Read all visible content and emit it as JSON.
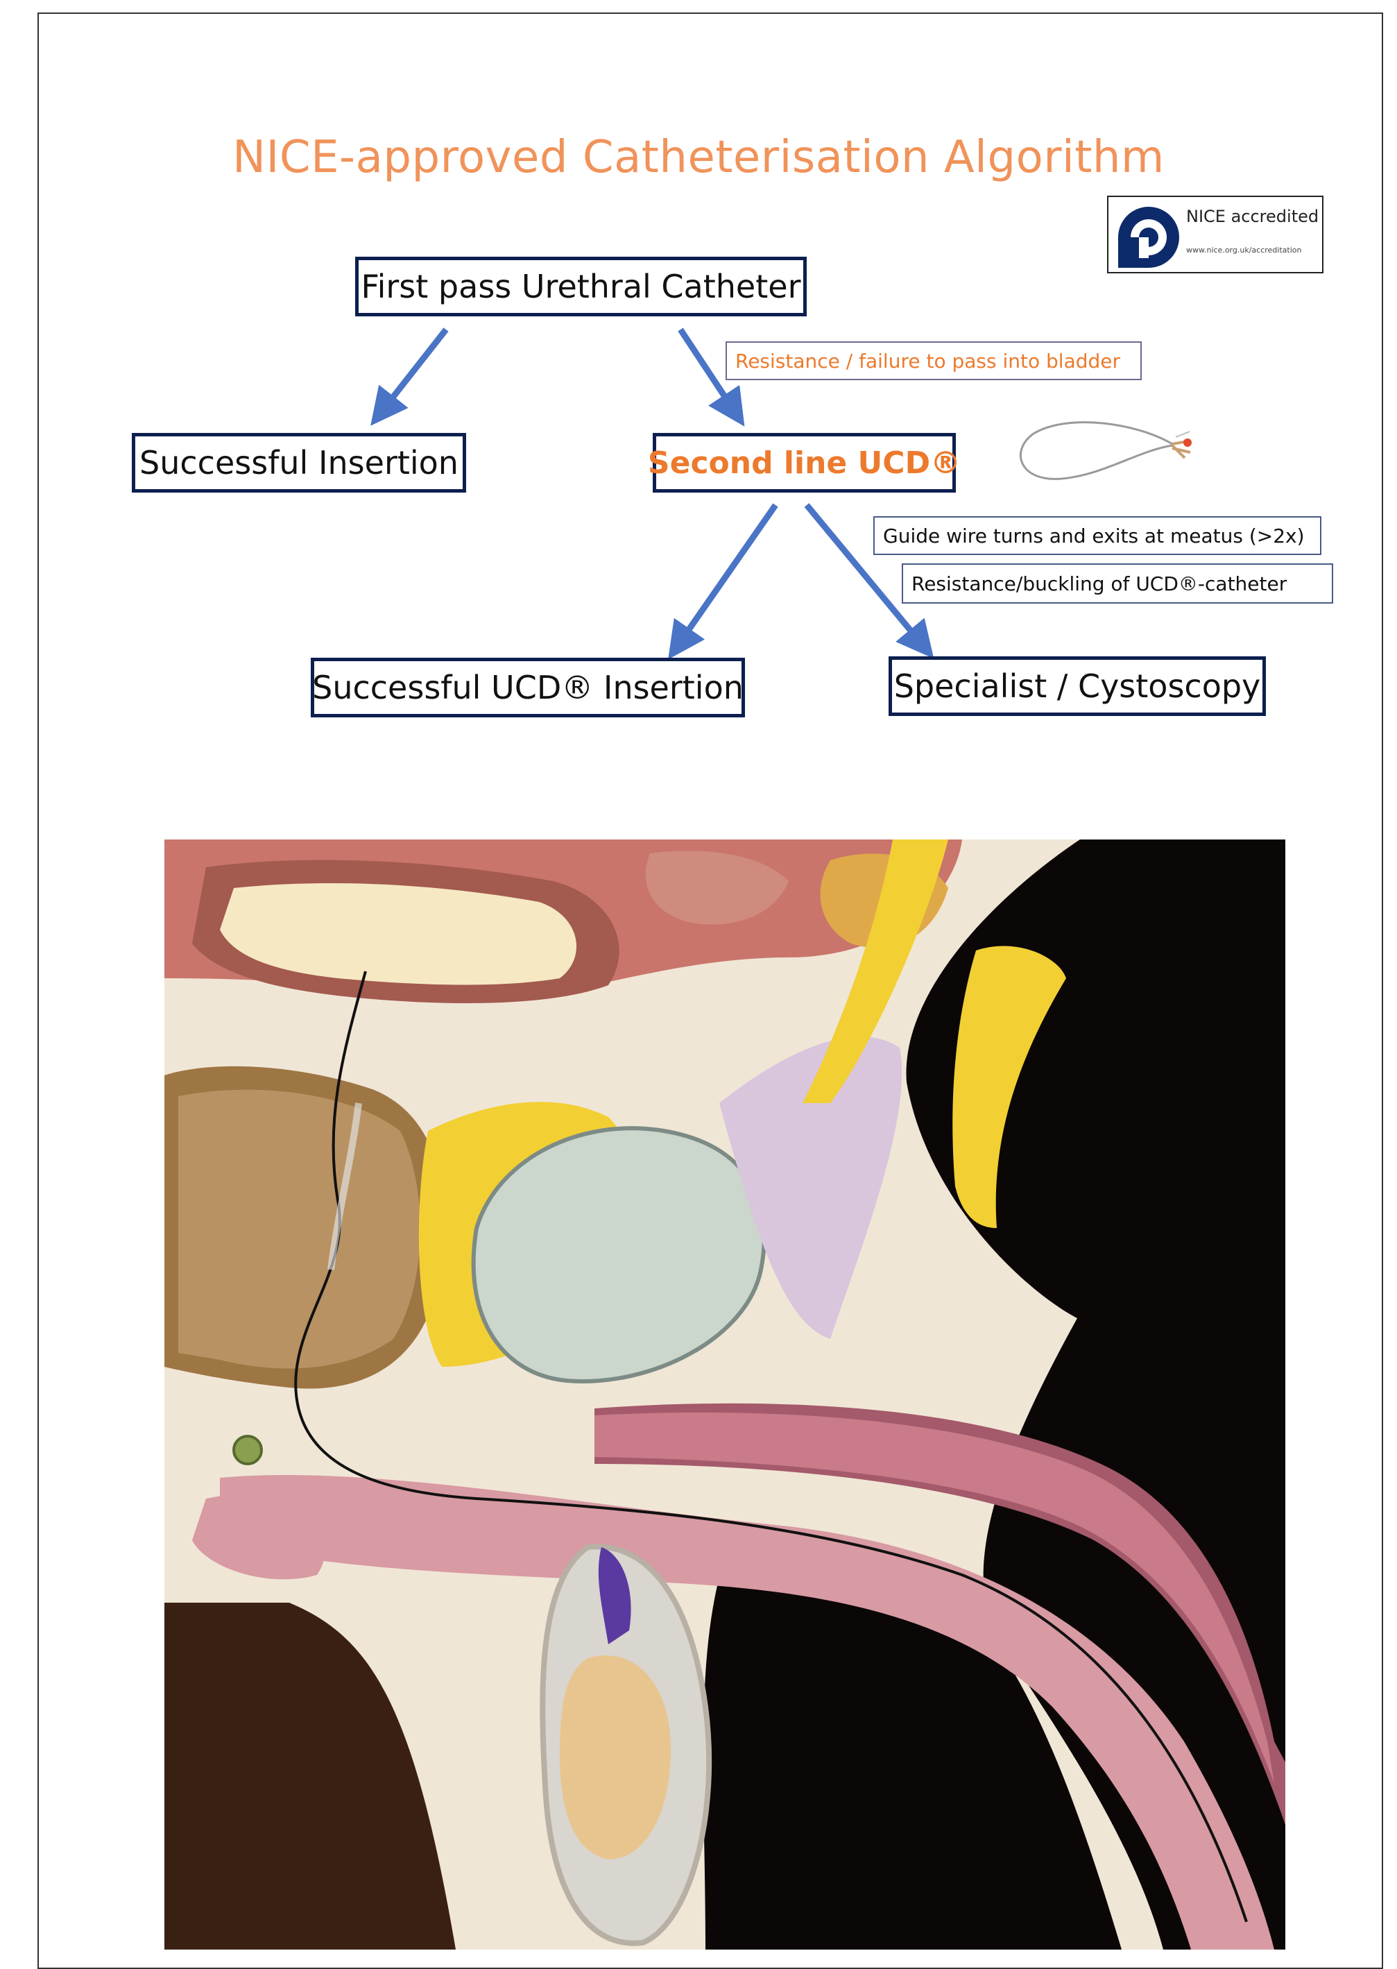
{
  "title": "NICE-approved Catheterisation Algorithm",
  "badge": {
    "label": "NICE accredited",
    "url": "www.nice.org.uk/accreditation"
  },
  "nodes": {
    "first_pass": "First pass Urethral Catheter",
    "successful_insertion": "Successful Insertion",
    "second_line": "Second line UCD®",
    "successful_ucd": "Successful UCD® Insertion",
    "specialist": "Specialist / Cystoscopy"
  },
  "notes": {
    "resistance": "Resistance / failure to pass into bladder",
    "guide_wire": "Guide wire turns and exits at meatus (>2x)",
    "buckling": "Resistance/buckling of UCD®-catheter"
  },
  "colors": {
    "title": "#f0935a",
    "node_border": "#0c1f4f",
    "arrow": "#4a74c6",
    "highlight": "#ec7a2d"
  },
  "icons": [
    "catheter-illustration-icon",
    "nice-logo-icon"
  ]
}
